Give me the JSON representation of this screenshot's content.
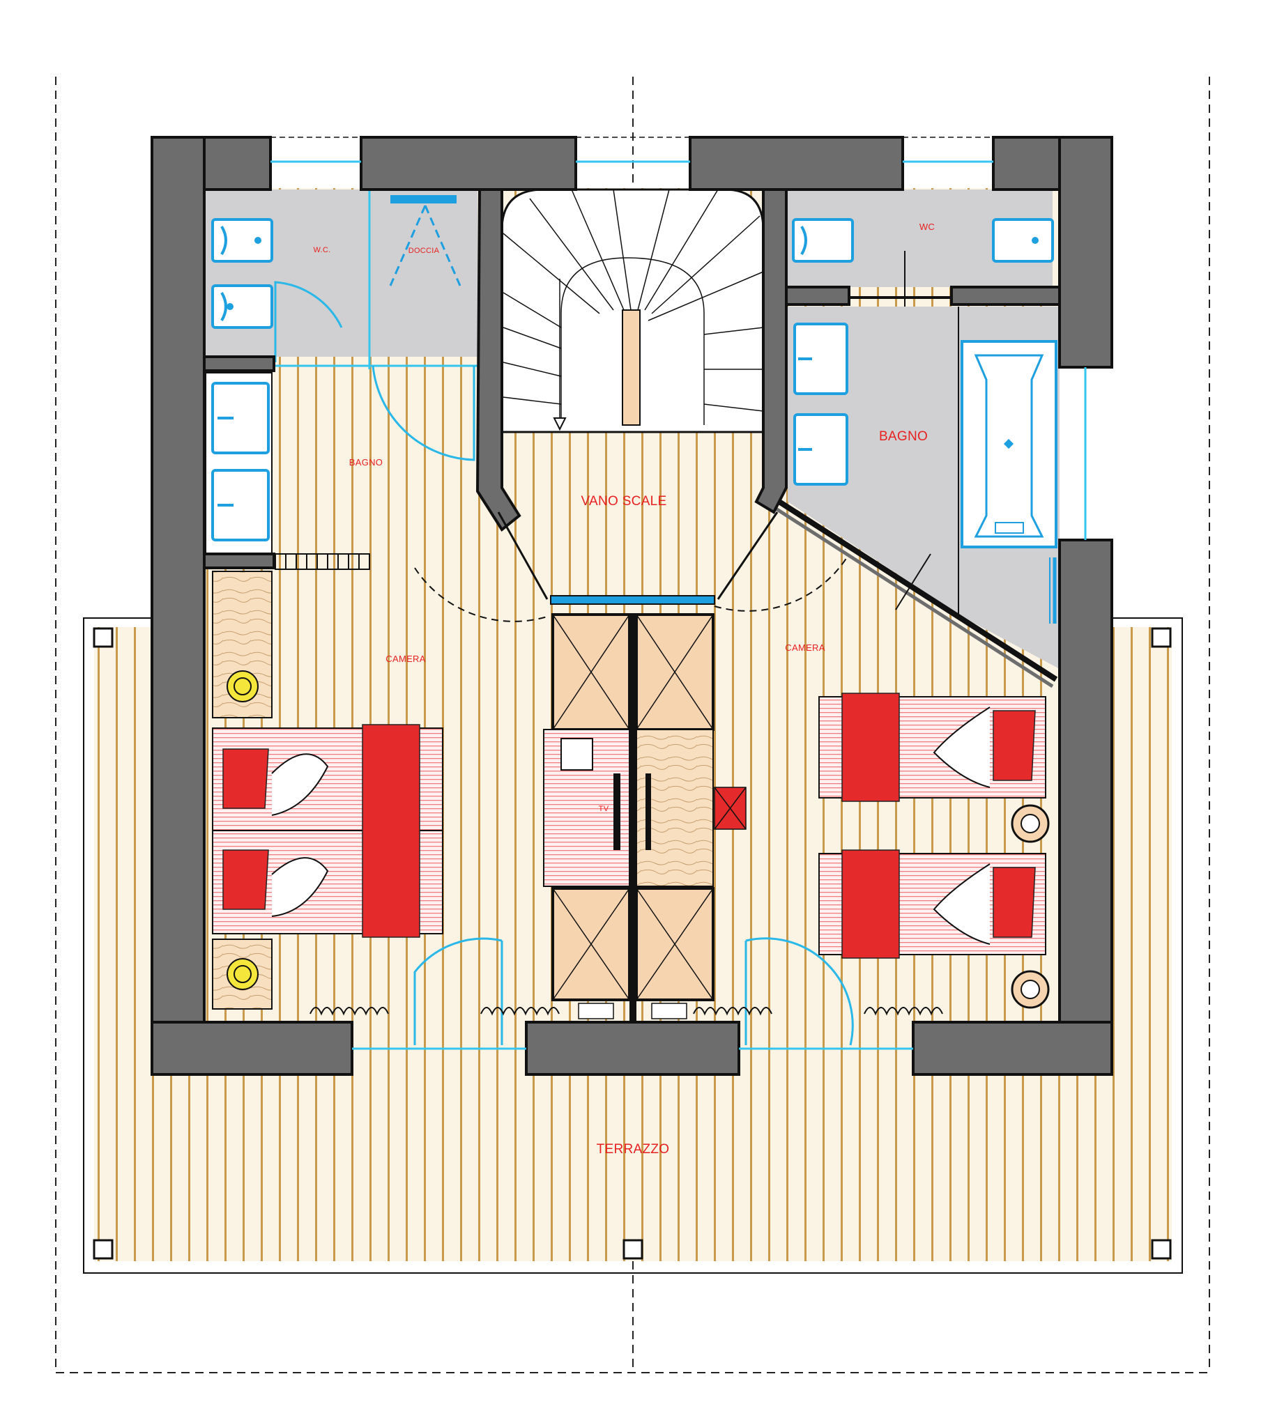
{
  "labels": {
    "wc_left": "W.C.",
    "doccia": "DOCCIA",
    "wc_right": "WC",
    "bagno_left": "BAGNO",
    "vano_scale": "VANO SCALE",
    "bagno_right": "BAGNO",
    "camera_left": "CAMERA",
    "camera_right": "CAMERA",
    "tv": "TV",
    "terrazzo": "TERRAZZO"
  },
  "colors": {
    "wall": "#6d6d6e",
    "wood_floor": "#fbf3e4",
    "wood_stripe": "#c99a4b",
    "wet_floor": "#d0d0d2",
    "fixture_blue": "#1e9fe0",
    "glass_blue": "#35c6f0",
    "label_red": "#e82020",
    "bed_red": "#e42a2a",
    "wardrobe": "#f6d4b0"
  }
}
